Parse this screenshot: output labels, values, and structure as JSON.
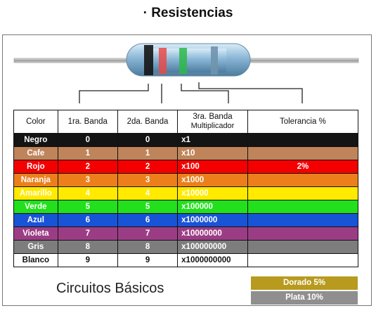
{
  "title": "· Resistencias",
  "table": {
    "headers": {
      "color": "Color",
      "band1": "1ra. Banda",
      "band2": "2da. Banda",
      "band3_line1": "3ra. Banda",
      "band3_line2": "Multiplicador",
      "tolerance": "Tolerancia %"
    },
    "rows": [
      {
        "name": "Negro",
        "band1": "0",
        "band2": "0",
        "multiplier": "x1",
        "tolerance": "",
        "bg": "#141414",
        "fg": "#ffffff"
      },
      {
        "name": "Cafe",
        "band1": "1",
        "band2": "1",
        "multiplier": "x10",
        "tolerance": "",
        "bg": "#c0845a",
        "fg": "#ffffff"
      },
      {
        "name": "Rojo",
        "band1": "2",
        "band2": "2",
        "multiplier": "x100",
        "tolerance": "2%",
        "bg": "#f40000",
        "fg": "#ffffff"
      },
      {
        "name": "Naranja",
        "band1": "3",
        "band2": "3",
        "multiplier": "x1000",
        "tolerance": "",
        "bg": "#ec7f1c",
        "fg": "#ffffff"
      },
      {
        "name": "Amarillo",
        "band1": "4",
        "band2": "4",
        "multiplier": "x10000",
        "tolerance": "",
        "bg": "#ffea00",
        "fg": "#ffffff"
      },
      {
        "name": "Verde",
        "band1": "5",
        "band2": "5",
        "multiplier": "x100000",
        "tolerance": "",
        "bg": "#22e01c",
        "fg": "#ffffff"
      },
      {
        "name": "Azul",
        "band1": "6",
        "band2": "6",
        "multiplier": "x1000000",
        "tolerance": "",
        "bg": "#1854d6",
        "fg": "#ffffff"
      },
      {
        "name": "Violeta",
        "band1": "7",
        "band2": "7",
        "multiplier": "x10000000",
        "tolerance": "",
        "bg": "#9b3d85",
        "fg": "#ffffff"
      },
      {
        "name": "Gris",
        "band1": "8",
        "band2": "8",
        "multiplier": "x100000000",
        "tolerance": "",
        "bg": "#7d7d7d",
        "fg": "#ffffff"
      },
      {
        "name": "Blanco",
        "band1": "9",
        "band2": "9",
        "multiplier": "x1000000000",
        "tolerance": "",
        "bg": "#ffffff",
        "fg": "#111111"
      }
    ]
  },
  "footer": {
    "label": "Circuitos Básicos",
    "gold": "Dorado  5%",
    "silver": "Plata  10%"
  },
  "resistor": {
    "body_color": "#8ab6d6",
    "bands": [
      "#151515",
      "#e84a4a",
      "#2db84a",
      "#7a9fb6"
    ]
  }
}
